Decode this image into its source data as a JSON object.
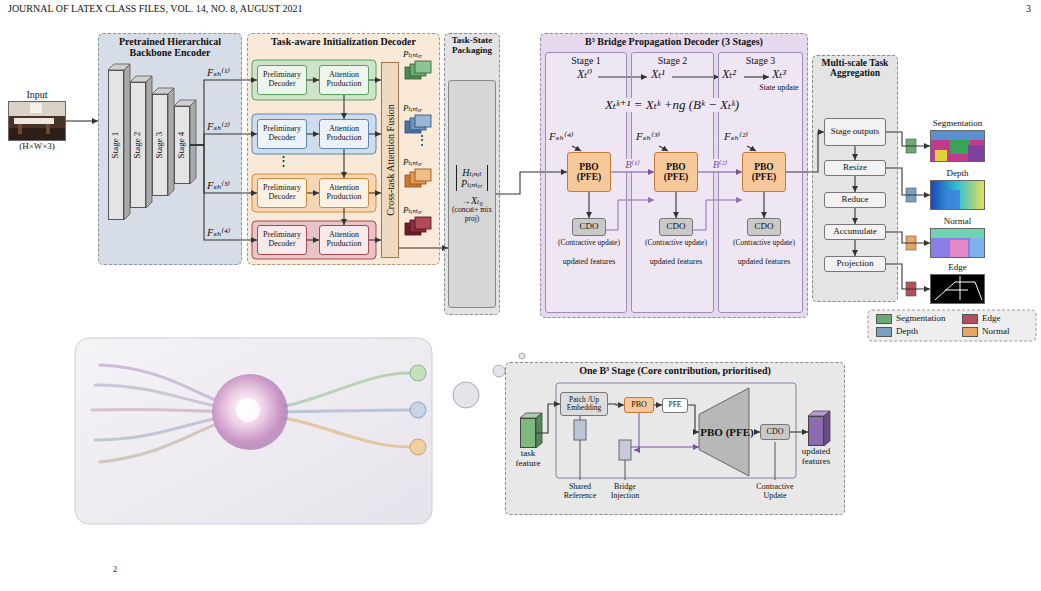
{
  "diagram": {
    "nodes": [
      {
        "text": [
          "Input",
          "(H×W×3)"
        ]
      },
      {
        "text": [
          "Pretrained Hierarchical Backbone Encoder"
        ]
      },
      {
        "text": [
          "Stage 1"
        ],
        "in": 1
      },
      {
        "text": [
          "Stage 2"
        ],
        "in": 1
      },
      {
        "text": [
          "Stage 3"
        ],
        "in": 1
      },
      {
        "text": [
          "Stage 4"
        ],
        "in": 1
      },
      {
        "text": [
          "Task-aware Initialization Decoder"
        ]
      },
      {
        "text": [
          "Preliminary Decoder"
        ],
        "in": 6
      },
      {
        "text": [
          "Attention Production"
        ],
        "in": 6
      },
      {
        "text": [
          "Preliminary Decoder"
        ],
        "in": 6
      },
      {
        "text": [
          "Attention Production"
        ],
        "in": 6
      },
      {
        "text": [
          "Preliminary Decoder"
        ],
        "in": 6
      },
      {
        "text": [
          "Attention Production"
        ],
        "in": 6
      },
      {
        "text": [
          "Preliminary Decoder"
        ],
        "in": 6
      },
      {
        "text": [
          "Attention Production"
        ],
        "in": 6
      },
      {
        "text": [
          "Cross-task Attention Fusion"
        ],
        "in": 6
      },
      {
        "text": [
          "Task-State Packaging"
        ]
      },
      {
        "text": [
          "Hₜᵢₙᵢₜ",
          "Pₜᵢₙₜₑᵣ",
          "→Xₜ₀",
          "(concat+ mix proj)"
        ],
        "in": 16
      },
      {
        "text": [
          "B³ Bridge Propagation Decoder (3 Stages)"
        ]
      },
      {
        "text": [
          "Stage 1"
        ],
        "in": 18
      },
      {
        "text": [
          "PBO (PFE)"
        ],
        "in": 19
      },
      {
        "text": [
          "CDO"
        ],
        "in": 19
      },
      {
        "text": [
          "Stage 2"
        ],
        "in": 18
      },
      {
        "text": [
          "PBO (PFE)"
        ],
        "in": 22
      },
      {
        "text": [
          "CDO"
        ],
        "in": 22
      },
      {
        "text": [
          "Stage 3"
        ],
        "in": 18
      },
      {
        "text": [
          "PBO (PFE)"
        ],
        "in": 25
      },
      {
        "text": [
          "CDO"
        ],
        "in": 25
      },
      {
        "text": [
          "Multi-scale Task Aggregation"
        ]
      },
      {
        "text": [
          "Stage outputs"
        ],
        "in": 28
      },
      {
        "text": [
          "Resize"
        ],
        "in": 28
      },
      {
        "text": [
          "Reduce"
        ],
        "in": 28
      },
      {
        "text": [
          "Accumulate"
        ],
        "in": 28
      },
      {
        "text": [
          "Projection"
        ],
        "in": 28
      },
      {
        "text": [
          "Segmentation"
        ]
      },
      {
        "text": [
          "Depth"
        ]
      },
      {
        "text": [
          "Normal"
        ]
      },
      {
        "text": [
          "Edge"
        ]
      },
      {
        "text": [
          "One B³ Stage (Core contribution, prioritised)"
        ]
      },
      {
        "text": [
          "task feature"
        ],
        "in": 38
      },
      {
        "text": [
          "Patch /Up Embedding"
        ],
        "in": 38
      },
      {
        "text": [
          "PBO"
        ],
        "in": 38
      },
      {
        "text": [
          "PFE"
        ],
        "in": 38
      },
      {
        "text": [
          "PBO (PFE)"
        ],
        "in": 38
      },
      {
        "text": [
          "CDO"
        ],
        "in": 38
      },
      {
        "text": [
          "updated features"
        ],
        "in": 38
      }
    ],
    "edges": [
      {
        "from": 0,
        "to": 1,
        "arrow": "to"
      },
      {
        "from": 5,
        "to": 7,
        "arrow": "to",
        "label": "Fₛₕ⁽¹⁾"
      },
      {
        "from": 5,
        "to": 9,
        "arrow": "to",
        "label": "Fₛₕ⁽²⁾"
      },
      {
        "from": 5,
        "to": 11,
        "arrow": "to",
        "label": "Fₛₕ⁽³⁾"
      },
      {
        "from": 5,
        "to": 13,
        "arrow": "to",
        "label": "Fₛₕ⁽⁴⁾"
      },
      {
        "from": 7,
        "to": 8,
        "arrow": "to"
      },
      {
        "from": 9,
        "to": 10,
        "arrow": "to"
      },
      {
        "from": 11,
        "to": 12,
        "arrow": "to"
      },
      {
        "from": 13,
        "to": 14,
        "arrow": "to"
      },
      {
        "from": 8,
        "to": 10,
        "arrow": "to"
      },
      {
        "from": 10,
        "to": 12,
        "arrow": "to"
      },
      {
        "from": 12,
        "to": 14,
        "arrow": "to"
      },
      {
        "from": 8,
        "to": 15,
        "arrow": "to"
      },
      {
        "from": 10,
        "to": 15,
        "arrow": "to"
      },
      {
        "from": 12,
        "to": 15,
        "arrow": "to"
      },
      {
        "from": 14,
        "to": 15,
        "arrow": "to"
      },
      {
        "from": 15,
        "to": 17,
        "arrow": "to"
      },
      {
        "from": 17,
        "to": 20,
        "arrow": "to"
      },
      {
        "from": 20,
        "to": 21,
        "arrow": "to"
      },
      {
        "from": 23,
        "to": 24,
        "arrow": "to"
      },
      {
        "from": 26,
        "to": 27,
        "arrow": "to"
      },
      {
        "from": 20,
        "to": 23,
        "arrow": "to",
        "label": "B⁽¹⁾"
      },
      {
        "from": 23,
        "to": 26,
        "arrow": "to",
        "label": "B⁽²⁾"
      },
      {
        "from": 26,
        "to": 29,
        "arrow": "to"
      },
      {
        "from": 29,
        "to": 30,
        "arrow": "to"
      },
      {
        "from": 30,
        "to": 31,
        "arrow": "to"
      },
      {
        "from": 31,
        "to": 32,
        "arrow": "to"
      },
      {
        "from": 32,
        "to": 33,
        "arrow": "to"
      },
      {
        "from": 29,
        "to": 34,
        "arrow": "to"
      },
      {
        "from": 30,
        "to": 35,
        "arrow": "to"
      },
      {
        "from": 32,
        "to": 36,
        "arrow": "to"
      },
      {
        "from": 33,
        "to": 37,
        "arrow": "to"
      },
      {
        "from": 39,
        "to": 40,
        "arrow": "to"
      },
      {
        "from": 40,
        "to": 41,
        "arrow": "to"
      },
      {
        "from": 41,
        "to": 42,
        "arrow": "to"
      },
      {
        "from": 42,
        "to": 43,
        "arrow": "to"
      },
      {
        "from": 43,
        "to": 44,
        "arrow": "to"
      },
      {
        "from": 44,
        "to": 45,
        "arrow": "to"
      }
    ],
    "labels": [
      "JOURNAL OF LATEX CLASS FILES, VOL. 14, NO. 8, AUGUST 2021",
      "3",
      "⋮",
      "Pₜᵢₙₜₑᵣ",
      "Pₜᵢₙₜₑᵣ",
      "⋮",
      "Pₜᵢₙₜₑᵣ",
      "Pₜᵢₙₜₑᵣ",
      "Xₜ⁰",
      "Xₜ¹",
      "Xₜ²",
      "Xₜ³",
      "State update",
      "Xₜᵏ⁺¹ = Xₜᵏ +ng (Bᵏ − Xₜᵏ)",
      "Fₛₕ⁽⁴⁾",
      "Fₛₕ⁽³⁾",
      "Fₛₕ⁽²⁾",
      "(Contractive update)",
      "updated features",
      "(Contractive update)",
      "updated features",
      "(Contractive update)",
      "updated features",
      "Shared Reference",
      "Bridge Injection",
      "Contractive Update",
      "2"
    ],
    "legend": [
      {
        "text": "Segmentation",
        "color": "#6aa874"
      },
      {
        "text": "Edge",
        "color": "#b24f5c"
      },
      {
        "text": "Depth",
        "color": "#7b9fc3"
      },
      {
        "text": "Normal",
        "color": "#e7a662"
      }
    ]
  }
}
